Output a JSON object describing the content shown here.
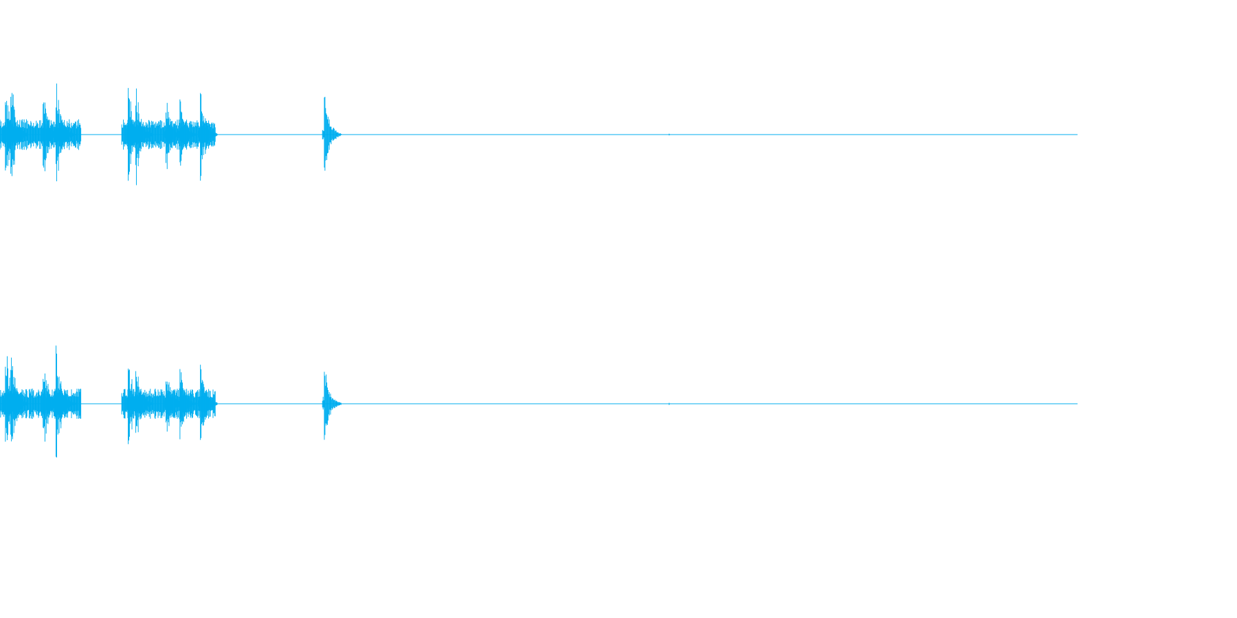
{
  "waveform": {
    "channels": [
      "left-channel",
      "right-channel"
    ],
    "color": "#00AEEF",
    "background": "#FFFFFF",
    "transients": [
      {
        "t": 0.005,
        "amp": 0.95
      },
      {
        "t": 0.01,
        "amp": 0.98
      },
      {
        "t": 0.04,
        "amp": 0.82
      },
      {
        "t": 0.052,
        "amp": 0.85
      },
      {
        "t": 0.056,
        "amp": 0.45
      },
      {
        "t": 0.119,
        "amp": 0.78
      },
      {
        "t": 0.126,
        "amp": 0.82
      },
      {
        "t": 0.154,
        "amp": 0.62
      },
      {
        "t": 0.167,
        "amp": 0.6
      },
      {
        "t": 0.186,
        "amp": 0.72
      },
      {
        "t": 0.301,
        "amp": 0.65
      },
      {
        "t": 0.621,
        "amp": 0.02
      }
    ],
    "silence_from": 0.32
  }
}
